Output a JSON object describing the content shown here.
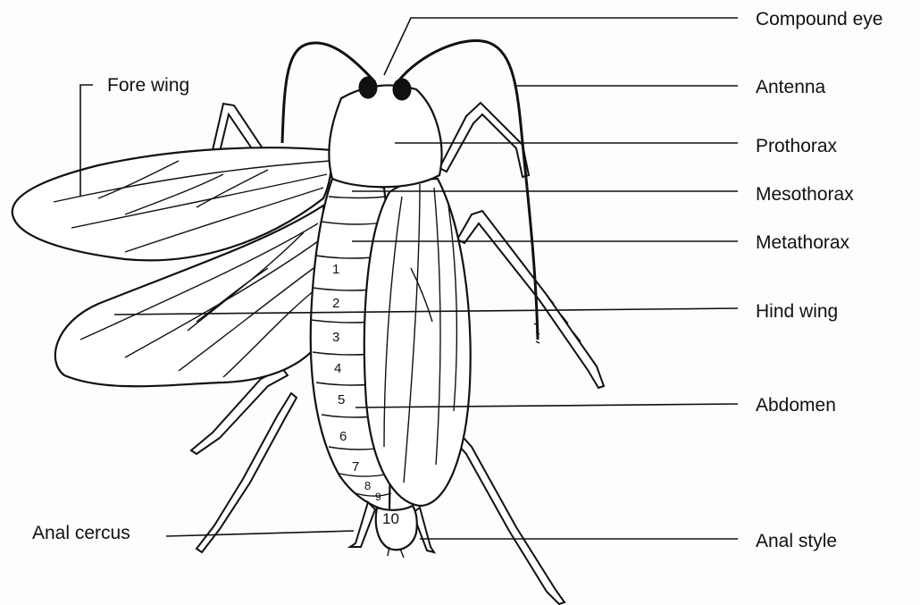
{
  "diagram": {
    "labels": {
      "compound_eye": "Compound eye",
      "antenna": "Antenna",
      "prothorax": "Prothorax",
      "mesothorax": "Mesothorax",
      "metathorax": "Metathorax",
      "hind_wing": "Hind wing",
      "abdomen": "Abdomen",
      "anal_style": "Anal style",
      "fore_wing": "Fore wing",
      "anal_cercus": "Anal cercus"
    },
    "segment_numbers": [
      "1",
      "2",
      "3",
      "4",
      "5",
      "6",
      "7",
      "8",
      "9",
      "10"
    ]
  }
}
